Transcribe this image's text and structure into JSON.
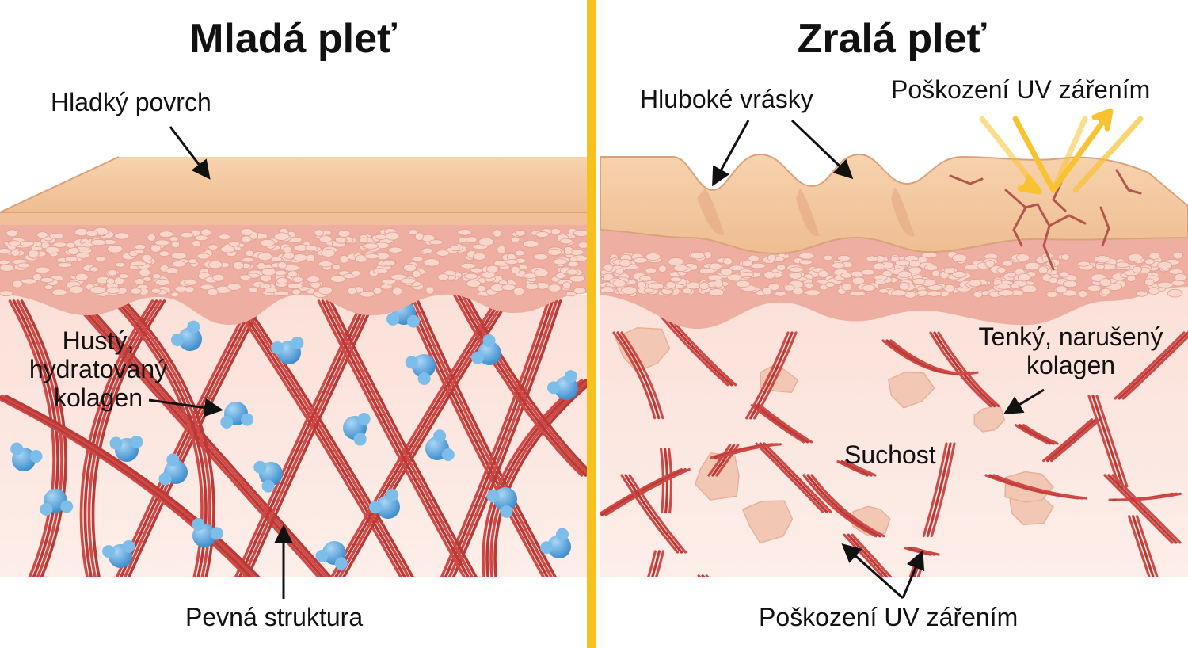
{
  "titles": {
    "young": "Mladá pleť",
    "mature": "Zralá pleť"
  },
  "young_labels": {
    "smooth_surface": "Hladký povrch",
    "dense_collagen": [
      "Hustý,",
      "hydratovaný",
      "kolagen"
    ],
    "firm_structure": "Pevná struktura"
  },
  "mature_labels": {
    "deep_wrinkles": "Hluboké vrásky",
    "uv_damage_top": "Poškození UV zářením",
    "thin_collagen": [
      "Tenký, narušený",
      "kolagen"
    ],
    "dryness": "Suchost",
    "uv_damage_bottom": "Poškození UV zářením"
  },
  "colors": {
    "divider": "#f5c11a",
    "epidermis_top": "#f4c8a0",
    "epidermis_side": "#efbd92",
    "cell_layer": "#f0b2a6",
    "cell": "#f8d6cb",
    "dermis": "#fbe3dd",
    "collagen": "#cf4a46",
    "water": "#4a9bd6",
    "uv_ray": "#f8c230",
    "dry_patch": "#f2c8b5"
  },
  "icons": {
    "water_molecule": "water-molecule-icon",
    "uv_ray": "uv-ray-icon"
  }
}
